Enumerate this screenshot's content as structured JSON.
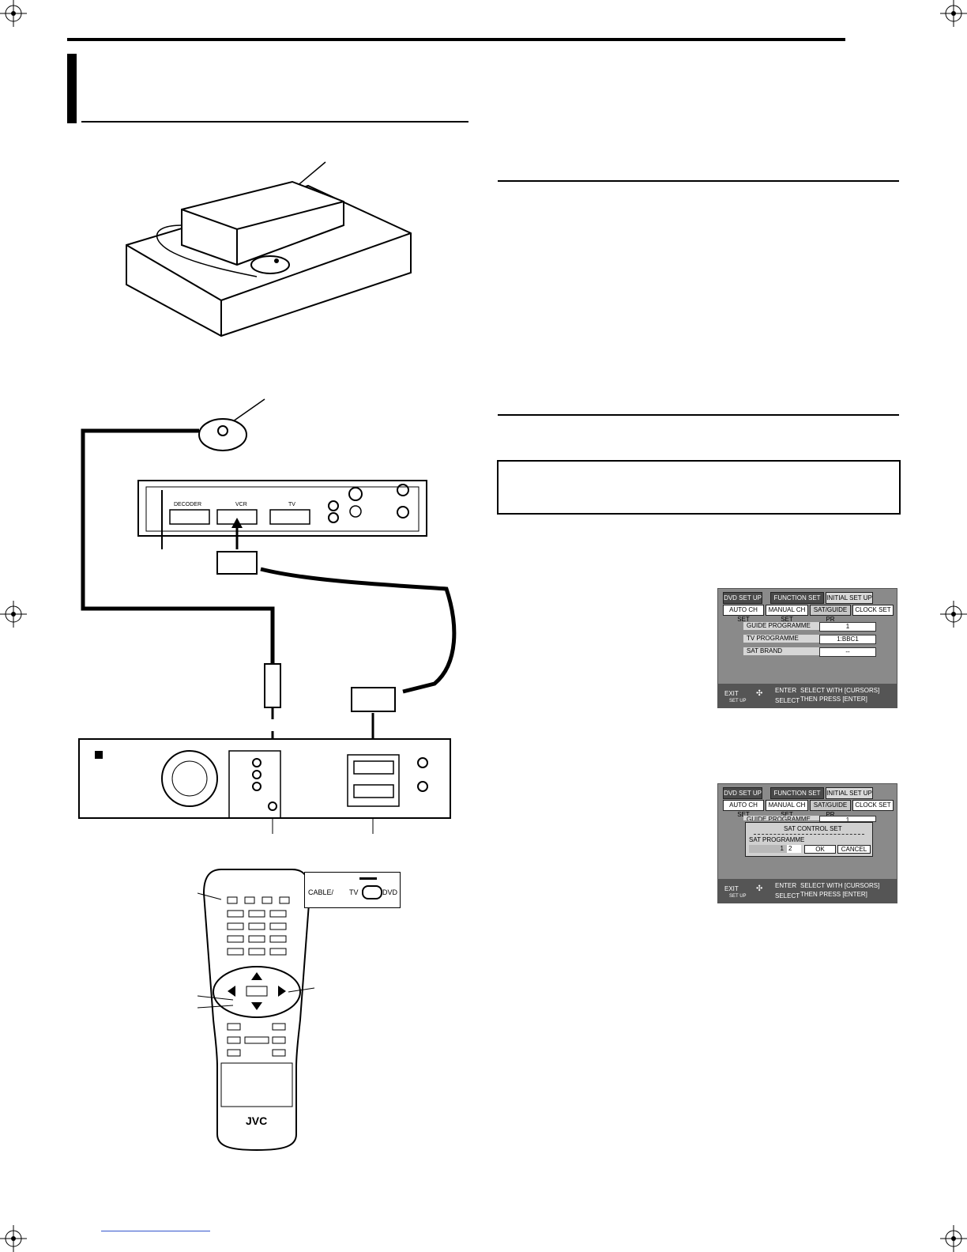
{
  "diagram": {
    "rear_panel_labels": [
      "DECODER",
      "VCR",
      "TV"
    ],
    "remote": {
      "mode_switch": {
        "left_label": "CABLE/",
        "mid_label": "TV",
        "right_label": "DVD"
      },
      "brand": "JVC"
    }
  },
  "screens": [
    {
      "tabs": [
        "DVD SET UP",
        "FUNCTION SET UP",
        "INITIAL SET UP"
      ],
      "active_tab": 2,
      "subtabs": [
        "AUTO CH SET",
        "MANUAL CH SET",
        "SAT/GUIDE PR",
        "CLOCK SET"
      ],
      "active_subtab": 2,
      "rows": [
        {
          "label": "GUIDE PROGRAMME",
          "value": "1"
        },
        {
          "label": "TV PROGRAMME",
          "value": "1:BBC1"
        },
        {
          "label": "SAT BRAND",
          "value": "--"
        }
      ],
      "footer": {
        "exit": "EXIT",
        "setup": "SET UP",
        "enter": "ENTER",
        "select": "SELECT",
        "hint1": "SELECT WITH [CURSORS]",
        "hint2": "THEN PRESS [ENTER]"
      }
    },
    {
      "tabs": [
        "DVD SET UP",
        "FUNCTION SET UP",
        "INITIAL SET UP"
      ],
      "active_tab": 2,
      "subtabs": [
        "AUTO CH SET",
        "MANUAL CH SET",
        "SAT/GUIDE PR",
        "CLOCK SET"
      ],
      "active_subtab": 2,
      "background_row": {
        "label": "GUIDE PROGRAMME",
        "value": "1"
      },
      "dialog": {
        "title": "SAT CONTROL SET",
        "field_label": "SAT PROGRAMME",
        "values": [
          "1",
          "2"
        ],
        "ok": "OK",
        "cancel": "CANCEL"
      },
      "footer": {
        "exit": "EXIT",
        "setup": "SET UP",
        "enter": "ENTER",
        "select": "SELECT",
        "hint1": "SELECT WITH [CURSORS]",
        "hint2": "THEN PRESS [ENTER]"
      }
    }
  ]
}
